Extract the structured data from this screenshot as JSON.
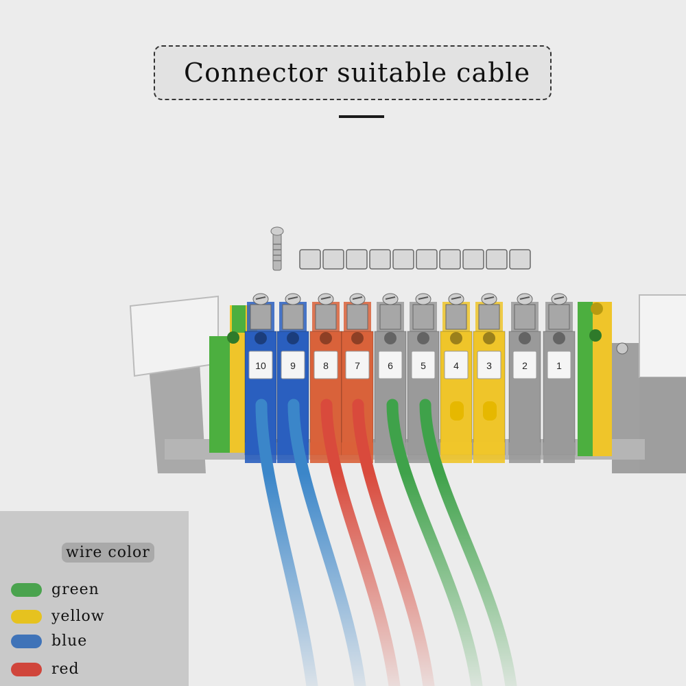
{
  "title": "Connector suitable cable",
  "terminal_numbers": [
    "10",
    "9",
    "8",
    "7",
    "6",
    "5",
    "4",
    "3",
    "2",
    "1"
  ],
  "legend": {
    "title": "wire color",
    "items": [
      {
        "label": "green",
        "color": "#4aa34e"
      },
      {
        "label": "yellow",
        "color": "#e6c21f"
      },
      {
        "label": "blue",
        "color": "#3f73b8"
      },
      {
        "label": "red",
        "color": "#d0453b"
      }
    ]
  },
  "colors": {
    "blue": "#2a5fbf",
    "orange": "#d9623a",
    "gray": "#9a9a9a",
    "yellow": "#efc52a",
    "green": "#4caf3f",
    "wire_blue": "#3b86c9",
    "wire_red": "#d94a3c",
    "wire_green": "#3fa24a"
  }
}
